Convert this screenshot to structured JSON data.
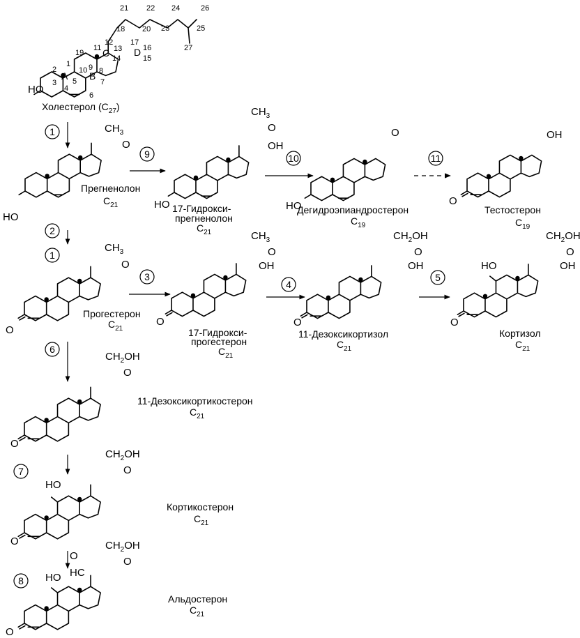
{
  "compounds": {
    "cholesterol": {
      "name": "Холестерол (C",
      "sub": "27",
      "close": ")"
    },
    "pregnenolone": {
      "name": "Прегненолон",
      "carbon": "C",
      "sub": "21"
    },
    "hydroxypregnenolone": {
      "name1": "17-Гидрокси-",
      "name2": "прегненолон",
      "carbon": "C",
      "sub": "21"
    },
    "dhea": {
      "name": "Дегидроэпиандростерон",
      "carbon": "C",
      "sub": "19"
    },
    "testosterone": {
      "name": "Тестостерон",
      "carbon": "C",
      "sub": "19"
    },
    "progesterone": {
      "name": "Прогестерон",
      "carbon": "C",
      "sub": "21"
    },
    "hydroxyprogesterone": {
      "name1": "17-Гидрокси-",
      "name2": "прогестерон",
      "carbon": "C",
      "sub": "21"
    },
    "deoxycortisol": {
      "name": "11-Дезоксикортизол",
      "carbon": "C",
      "sub": "21"
    },
    "cortisol": {
      "name": "Кортизол",
      "carbon": "C",
      "sub": "21"
    },
    "deoxycorticosterone": {
      "name": "11-Дезоксикортикостерон",
      "carbon": "C",
      "sub": "21"
    },
    "corticosterone": {
      "name": "Кортикостерон",
      "carbon": "C",
      "sub": "21"
    },
    "aldosterone": {
      "name": "Альдостерон",
      "carbon": "C",
      "sub": "21"
    }
  },
  "steps": [
    "1",
    "2",
    "1",
    "9",
    "10",
    "11",
    "3",
    "4",
    "5",
    "6",
    "7",
    "8"
  ],
  "groups": {
    "ho": "HO",
    "oh": "OH",
    "o": "O",
    "ch3": "CH",
    "ch3_sub": "3",
    "ch2oh": "CH",
    "ch2oh_sub": "2",
    "ch2oh_tail": "OH",
    "hc": "HC"
  },
  "rings": [
    "A",
    "B",
    "C",
    "D"
  ],
  "numbering": [
    "1",
    "2",
    "3",
    "4",
    "5",
    "6",
    "7",
    "8",
    "9",
    "10",
    "11",
    "12",
    "13",
    "14",
    "15",
    "16",
    "17",
    "18",
    "19",
    "20",
    "21",
    "22",
    "23",
    "24",
    "25",
    "26",
    "27"
  ]
}
